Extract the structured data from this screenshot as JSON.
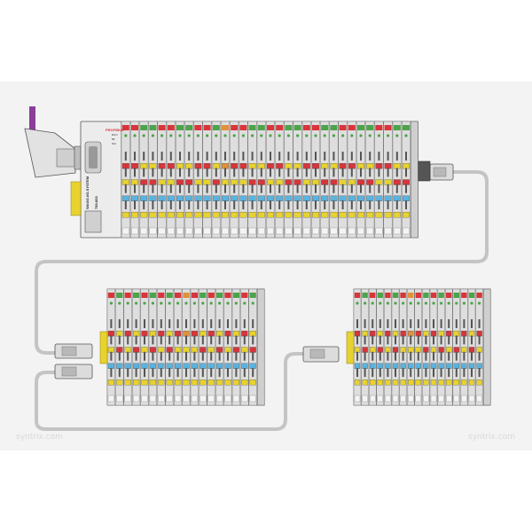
{
  "coupler": {
    "bus_label": "PROFIBUS",
    "status_leds": [
      "RUN",
      "BF",
      "DIA"
    ],
    "system_label": "WAGO-I/O-SYSTEM",
    "model": "750-833"
  },
  "watermark": {
    "text": "syntrix.com"
  },
  "colors": {
    "red": "#d8353a",
    "yellow": "#e8d22e",
    "blue": "#5ab3df",
    "orange": "#e1913a",
    "green": "#4da34a",
    "cable": "#c4c4c4",
    "connector_purple": "#8c3d9a"
  },
  "racks": [
    {
      "id": "rack-1",
      "modules": [
        {
          "led": "red",
          "mark": "",
          "rows": [
            "red",
            "yellow",
            "blue",
            "yellow"
          ]
        },
        {
          "led": "red",
          "mark": "",
          "rows": [
            "red",
            "yellow",
            "blue",
            "yellow"
          ]
        },
        {
          "led": "green",
          "mark": "",
          "rows": [
            "yellow",
            "red",
            "blue",
            "yellow"
          ]
        },
        {
          "led": "green",
          "mark": "",
          "rows": [
            "yellow",
            "red",
            "blue",
            "yellow"
          ]
        },
        {
          "led": "red",
          "mark": "",
          "rows": [
            "red",
            "yellow",
            "blue",
            "yellow"
          ]
        },
        {
          "led": "red",
          "mark": "",
          "rows": [
            "red",
            "yellow",
            "blue",
            "yellow"
          ]
        },
        {
          "led": "green",
          "mark": "",
          "rows": [
            "yellow",
            "red",
            "blue",
            "yellow"
          ]
        },
        {
          "led": "green",
          "mark": "",
          "rows": [
            "yellow",
            "red",
            "blue",
            "yellow"
          ]
        },
        {
          "led": "red",
          "mark": "",
          "rows": [
            "red",
            "yellow",
            "blue",
            "yellow"
          ]
        },
        {
          "led": "red",
          "mark": "",
          "rows": [
            "red",
            "yellow",
            "blue",
            "yellow"
          ]
        },
        {
          "led": "green",
          "mark": "",
          "rows": [
            "yellow",
            "red",
            "blue",
            "yellow"
          ]
        },
        {
          "led": "orange",
          "mark": "",
          "rows": [
            "orange",
            "yellow",
            "blue",
            "yellow"
          ]
        },
        {
          "led": "red",
          "mark": "",
          "rows": [
            "red",
            "yellow",
            "blue",
            "yellow"
          ]
        },
        {
          "led": "red",
          "mark": "",
          "rows": [
            "red",
            "yellow",
            "blue",
            "yellow"
          ]
        },
        {
          "led": "green",
          "mark": "",
          "rows": [
            "yellow",
            "red",
            "blue",
            "yellow"
          ]
        },
        {
          "led": "green",
          "mark": "",
          "rows": [
            "yellow",
            "red",
            "blue",
            "yellow"
          ]
        },
        {
          "led": "red",
          "mark": "",
          "rows": [
            "red",
            "yellow",
            "blue",
            "yellow"
          ]
        },
        {
          "led": "red",
          "mark": "",
          "rows": [
            "red",
            "yellow",
            "blue",
            "yellow"
          ]
        },
        {
          "led": "green",
          "mark": "",
          "rows": [
            "yellow",
            "red",
            "blue",
            "yellow"
          ]
        },
        {
          "led": "green",
          "mark": "",
          "rows": [
            "yellow",
            "red",
            "blue",
            "yellow"
          ]
        },
        {
          "led": "red",
          "mark": "",
          "rows": [
            "red",
            "yellow",
            "blue",
            "yellow"
          ]
        },
        {
          "led": "red",
          "mark": "",
          "rows": [
            "red",
            "yellow",
            "blue",
            "yellow"
          ]
        },
        {
          "led": "green",
          "mark": "",
          "rows": [
            "yellow",
            "red",
            "blue",
            "yellow"
          ]
        },
        {
          "led": "green",
          "mark": "",
          "rows": [
            "yellow",
            "red",
            "blue",
            "yellow"
          ]
        },
        {
          "led": "red",
          "mark": "",
          "rows": [
            "red",
            "yellow",
            "blue",
            "yellow"
          ]
        },
        {
          "led": "red",
          "mark": "",
          "rows": [
            "red",
            "yellow",
            "blue",
            "yellow"
          ]
        },
        {
          "led": "green",
          "mark": "",
          "rows": [
            "yellow",
            "red",
            "blue",
            "yellow"
          ]
        },
        {
          "led": "green",
          "mark": "",
          "rows": [
            "yellow",
            "red",
            "blue",
            "yellow"
          ]
        },
        {
          "led": "red",
          "mark": "",
          "rows": [
            "red",
            "yellow",
            "blue",
            "yellow"
          ]
        },
        {
          "led": "red",
          "mark": "",
          "rows": [
            "red",
            "yellow",
            "blue",
            "yellow"
          ]
        },
        {
          "led": "green",
          "mark": "",
          "rows": [
            "yellow",
            "red",
            "blue",
            "yellow"
          ]
        },
        {
          "led": "green",
          "mark": "",
          "rows": [
            "yellow",
            "red",
            "blue",
            "yellow"
          ]
        }
      ]
    },
    {
      "id": "rack-2",
      "modules": [
        {
          "led": "red",
          "mark": "",
          "rows": [
            "red",
            "yellow",
            "blue",
            "yellow"
          ]
        },
        {
          "led": "green",
          "mark": "",
          "rows": [
            "yellow",
            "red",
            "blue",
            "yellow"
          ]
        },
        {
          "led": "red",
          "mark": "",
          "rows": [
            "red",
            "yellow",
            "blue",
            "yellow"
          ]
        },
        {
          "led": "green",
          "mark": "",
          "rows": [
            "yellow",
            "red",
            "blue",
            "yellow"
          ]
        },
        {
          "led": "red",
          "mark": "",
          "rows": [
            "red",
            "yellow",
            "blue",
            "yellow"
          ]
        },
        {
          "led": "green",
          "mark": "",
          "rows": [
            "yellow",
            "red",
            "blue",
            "yellow"
          ]
        },
        {
          "led": "red",
          "mark": "",
          "rows": [
            "red",
            "yellow",
            "blue",
            "yellow"
          ]
        },
        {
          "led": "green",
          "mark": "",
          "rows": [
            "yellow",
            "red",
            "blue",
            "yellow"
          ]
        },
        {
          "led": "red",
          "mark": "",
          "rows": [
            "red",
            "yellow",
            "blue",
            "yellow"
          ]
        },
        {
          "led": "orange",
          "mark": "",
          "rows": [
            "orange",
            "yellow",
            "blue",
            "yellow"
          ]
        },
        {
          "led": "red",
          "mark": "",
          "rows": [
            "red",
            "yellow",
            "blue",
            "yellow"
          ]
        },
        {
          "led": "green",
          "mark": "",
          "rows": [
            "yellow",
            "red",
            "blue",
            "yellow"
          ]
        },
        {
          "led": "red",
          "mark": "",
          "rows": [
            "red",
            "yellow",
            "blue",
            "yellow"
          ]
        },
        {
          "led": "green",
          "mark": "",
          "rows": [
            "yellow",
            "red",
            "blue",
            "yellow"
          ]
        },
        {
          "led": "red",
          "mark": "",
          "rows": [
            "red",
            "yellow",
            "blue",
            "yellow"
          ]
        },
        {
          "led": "green",
          "mark": "",
          "rows": [
            "yellow",
            "red",
            "blue",
            "yellow"
          ]
        },
        {
          "led": "red",
          "mark": "",
          "rows": [
            "red",
            "yellow",
            "blue",
            "yellow"
          ]
        },
        {
          "led": "green",
          "mark": "",
          "rows": [
            "yellow",
            "red",
            "blue",
            "yellow"
          ]
        }
      ]
    },
    {
      "id": "rack-3",
      "modules": [
        {
          "led": "red",
          "mark": "",
          "rows": [
            "red",
            "yellow",
            "blue",
            "yellow"
          ]
        },
        {
          "led": "green",
          "mark": "",
          "rows": [
            "yellow",
            "red",
            "blue",
            "yellow"
          ]
        },
        {
          "led": "red",
          "mark": "",
          "rows": [
            "red",
            "yellow",
            "blue",
            "yellow"
          ]
        },
        {
          "led": "green",
          "mark": "",
          "rows": [
            "yellow",
            "red",
            "blue",
            "yellow"
          ]
        },
        {
          "led": "red",
          "mark": "",
          "rows": [
            "red",
            "yellow",
            "blue",
            "yellow"
          ]
        },
        {
          "led": "green",
          "mark": "",
          "rows": [
            "yellow",
            "red",
            "blue",
            "yellow"
          ]
        },
        {
          "led": "red",
          "mark": "",
          "rows": [
            "red",
            "yellow",
            "blue",
            "yellow"
          ]
        },
        {
          "led": "orange",
          "mark": "",
          "rows": [
            "orange",
            "yellow",
            "blue",
            "yellow"
          ]
        },
        {
          "led": "red",
          "mark": "",
          "rows": [
            "red",
            "yellow",
            "blue",
            "yellow"
          ]
        },
        {
          "led": "green",
          "mark": "",
          "rows": [
            "yellow",
            "red",
            "blue",
            "yellow"
          ]
        },
        {
          "led": "red",
          "mark": "",
          "rows": [
            "red",
            "yellow",
            "blue",
            "yellow"
          ]
        },
        {
          "led": "green",
          "mark": "",
          "rows": [
            "yellow",
            "red",
            "blue",
            "yellow"
          ]
        },
        {
          "led": "red",
          "mark": "",
          "rows": [
            "red",
            "yellow",
            "blue",
            "yellow"
          ]
        },
        {
          "led": "green",
          "mark": "",
          "rows": [
            "yellow",
            "red",
            "blue",
            "yellow"
          ]
        },
        {
          "led": "red",
          "mark": "",
          "rows": [
            "red",
            "yellow",
            "blue",
            "yellow"
          ]
        },
        {
          "led": "green",
          "mark": "",
          "rows": [
            "yellow",
            "red",
            "blue",
            "yellow"
          ]
        },
        {
          "led": "red",
          "mark": "",
          "rows": [
            "red",
            "yellow",
            "blue",
            "yellow"
          ]
        }
      ]
    }
  ]
}
